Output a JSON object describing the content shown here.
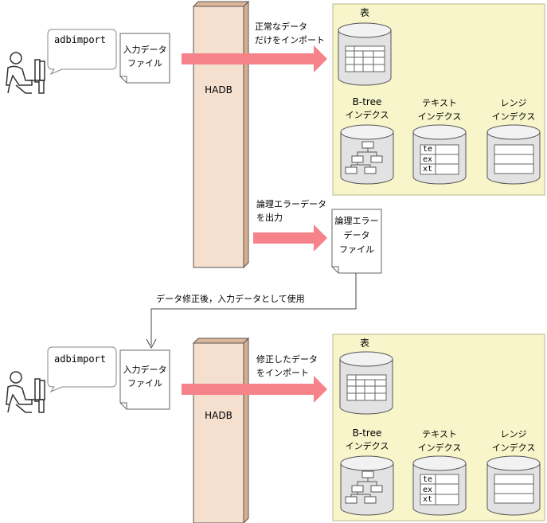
{
  "top": {
    "command": "adbimport",
    "input_file": [
      "入力データ",
      "ファイル"
    ],
    "server": "HADB",
    "import_label": [
      "正常なデータ",
      "だけをインポート"
    ],
    "table_title": "表",
    "btree_label": [
      "B-tree",
      "インデクス"
    ],
    "text_label": [
      "テキスト",
      "インデクス"
    ],
    "range_label": [
      "レンジ",
      "インデクス"
    ],
    "text_cells": [
      "te",
      "ex",
      "xt"
    ]
  },
  "middle": {
    "error_output_label": [
      "論理エラーデータ",
      "を出力"
    ],
    "error_file": [
      "論理エラー",
      "データ",
      "ファイル"
    ],
    "reuse_label": "データ修正後，入力データとして使用"
  },
  "bottom": {
    "command": "adbimport",
    "input_file": [
      "入力データ",
      "ファイル"
    ],
    "server": "HADB",
    "import_label": [
      "修正したデータ",
      "をインポート"
    ],
    "table_title": "表",
    "btree_label": [
      "B-tree",
      "インデクス"
    ],
    "text_label": [
      "テキスト",
      "インデクス"
    ],
    "range_label": [
      "レンジ",
      "インデクス"
    ],
    "text_cells": [
      "te",
      "ex",
      "xt"
    ]
  },
  "colors": {
    "panel_fill": "#f7f5c9",
    "server_fill": "#f5dfcf",
    "server_top": "#ddb69a",
    "arrow": "#f6828a",
    "cylinder_top": "#ffffff",
    "cylinder_body": "#e6e6e6"
  }
}
